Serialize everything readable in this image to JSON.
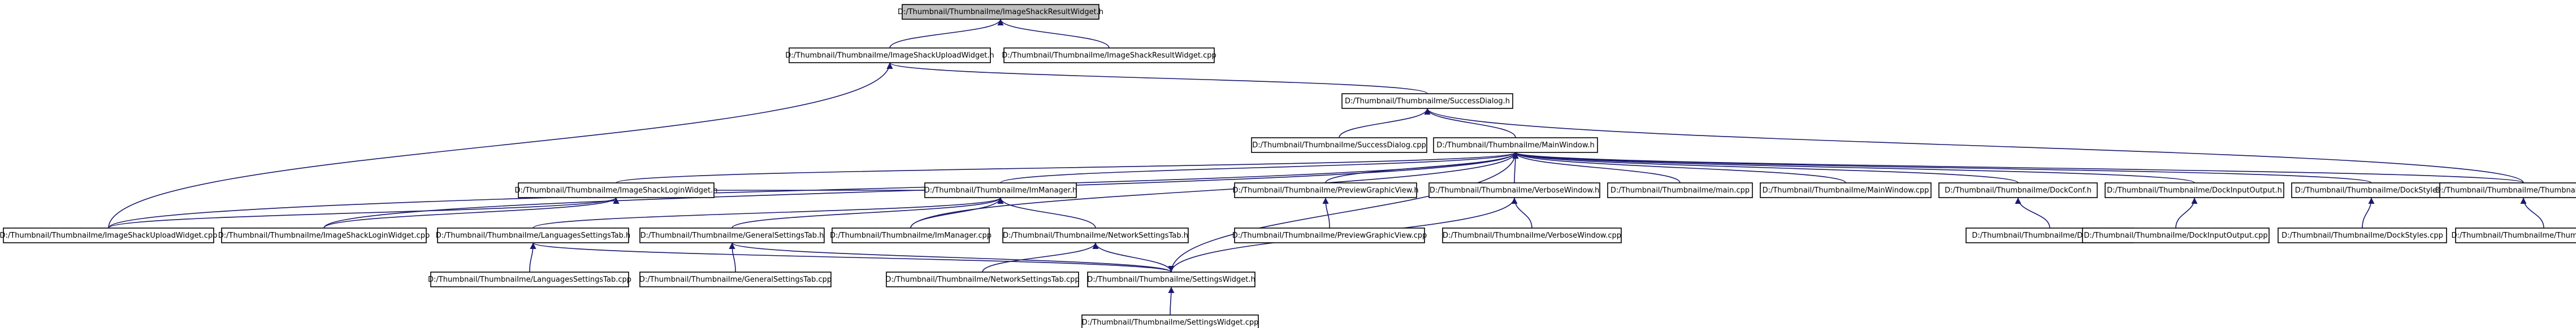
{
  "graph": {
    "colors": {
      "edge": "#191970",
      "node_fill": "#ffffff",
      "root_fill": "#bfbfbf",
      "border": "#000000"
    },
    "nodes": {
      "n0": "D:/Thumbnail/ThumbnaiIme/ImageShackResultWidget.h",
      "n1": "D:/Thumbnail/ThumbnaiIme/ImageShackUploadWidget.h",
      "n2": "D:/Thumbnail/ThumbnaiIme/ImageShackResultWidget.cpp",
      "n3": "D:/Thumbnail/ThumbnaiIme/SuccessDialog.h",
      "n4": "D:/Thumbnail/ThumbnaiIme/SuccessDialog.cpp",
      "n5": "D:/Thumbnail/ThumbnaiIme/MainWindow.h",
      "n6": "D:/Thumbnail/ThumbnaiIme/ImageShackLoginWidget.h",
      "n7": "D:/Thumbnail/ThumbnaiIme/ImManager.h",
      "n8": "D:/Thumbnail/ThumbnaiIme/PreviewGraphicView.h",
      "n9": "D:/Thumbnail/ThumbnaiIme/VerboseWindow.h",
      "n10": "D:/Thumbnail/ThumbnaiIme/main.cpp",
      "n11": "D:/Thumbnail/ThumbnaiIme/MainWindow.cpp",
      "n12": "D:/Thumbnail/ThumbnaiIme/DockConf.h",
      "n13": "D:/Thumbnail/ThumbnaiIme/DockInputOutput.h",
      "n14": "D:/Thumbnail/ThumbnaiIme/DockStyles.h",
      "n15": "D:/Thumbnail/ThumbnaiIme/ThumbnailEngine.h",
      "n16": "D:/Thumbnail/ThumbnaiIme/ImageShackUploadWidget.cpp",
      "n17": "D:/Thumbnail/ThumbnaiIme/ImageShackLoginWidget.cpp",
      "n18": "D:/Thumbnail/ThumbnaiIme/LanguagesSettingsTab.h",
      "n19": "D:/Thumbnail/ThumbnaiIme/GeneralSettingsTab.h",
      "n20": "D:/Thumbnail/ThumbnaiIme/ImManager.cpp",
      "n21": "D:/Thumbnail/ThumbnaiIme/NetworkSettingsTab.h",
      "n22": "D:/Thumbnail/ThumbnaiIme/PreviewGraphicView.cpp",
      "n23": "D:/Thumbnail/ThumbnaiIme/VerboseWindow.cpp",
      "n24": "D:/Thumbnail/ThumbnaiIme/DockConf.cpp",
      "n25": "D:/Thumbnail/ThumbnaiIme/DockInputOutput.cpp",
      "n26": "D:/Thumbnail/ThumbnaiIme/DockStyles.cpp",
      "n27": "D:/Thumbnail/ThumbnaiIme/ThumbnailEngine.cpp",
      "n28": "D:/Thumbnail/ThumbnaiIme/SettingsWidget.h",
      "n29": "D:/Thumbnail/ThumbnaiIme/LanguagesSettingsTab.cpp",
      "n30": "D:/Thumbnail/ThumbnaiIme/GeneralSettingsTab.cpp",
      "n31": "D:/Thumbnail/ThumbnaiIme/NetworkSettingsTab.cpp",
      "n32": "D:/Thumbnail/ThumbnaiIme/SettingsWidget.cpp"
    },
    "edges": [
      [
        "n1",
        "n0"
      ],
      [
        "n2",
        "n0"
      ],
      [
        "n3",
        "n1"
      ],
      [
        "n16",
        "n1"
      ],
      [
        "n4",
        "n3"
      ],
      [
        "n5",
        "n3"
      ],
      [
        "n15",
        "n3"
      ],
      [
        "n6",
        "n5"
      ],
      [
        "n7",
        "n5"
      ],
      [
        "n8",
        "n5"
      ],
      [
        "n9",
        "n5"
      ],
      [
        "n10",
        "n5"
      ],
      [
        "n11",
        "n5"
      ],
      [
        "n12",
        "n5"
      ],
      [
        "n13",
        "n5"
      ],
      [
        "n14",
        "n5"
      ],
      [
        "n15",
        "n5"
      ],
      [
        "n16",
        "n5"
      ],
      [
        "n17",
        "n5"
      ],
      [
        "n20",
        "n5"
      ],
      [
        "n28",
        "n5"
      ],
      [
        "n16",
        "n6"
      ],
      [
        "n17",
        "n6"
      ],
      [
        "n7",
        "n6"
      ],
      [
        "n18",
        "n7"
      ],
      [
        "n19",
        "n7"
      ],
      [
        "n20",
        "n7"
      ],
      [
        "n21",
        "n7"
      ],
      [
        "n22",
        "n8"
      ],
      [
        "n23",
        "n9"
      ],
      [
        "n24",
        "n12"
      ],
      [
        "n25",
        "n13"
      ],
      [
        "n26",
        "n14"
      ],
      [
        "n27",
        "n15"
      ],
      [
        "n29",
        "n18"
      ],
      [
        "n28",
        "n18"
      ],
      [
        "n30",
        "n19"
      ],
      [
        "n28",
        "n19"
      ],
      [
        "n31",
        "n21"
      ],
      [
        "n28",
        "n21"
      ],
      [
        "n9",
        "n28"
      ],
      [
        "n32",
        "n28"
      ]
    ]
  }
}
